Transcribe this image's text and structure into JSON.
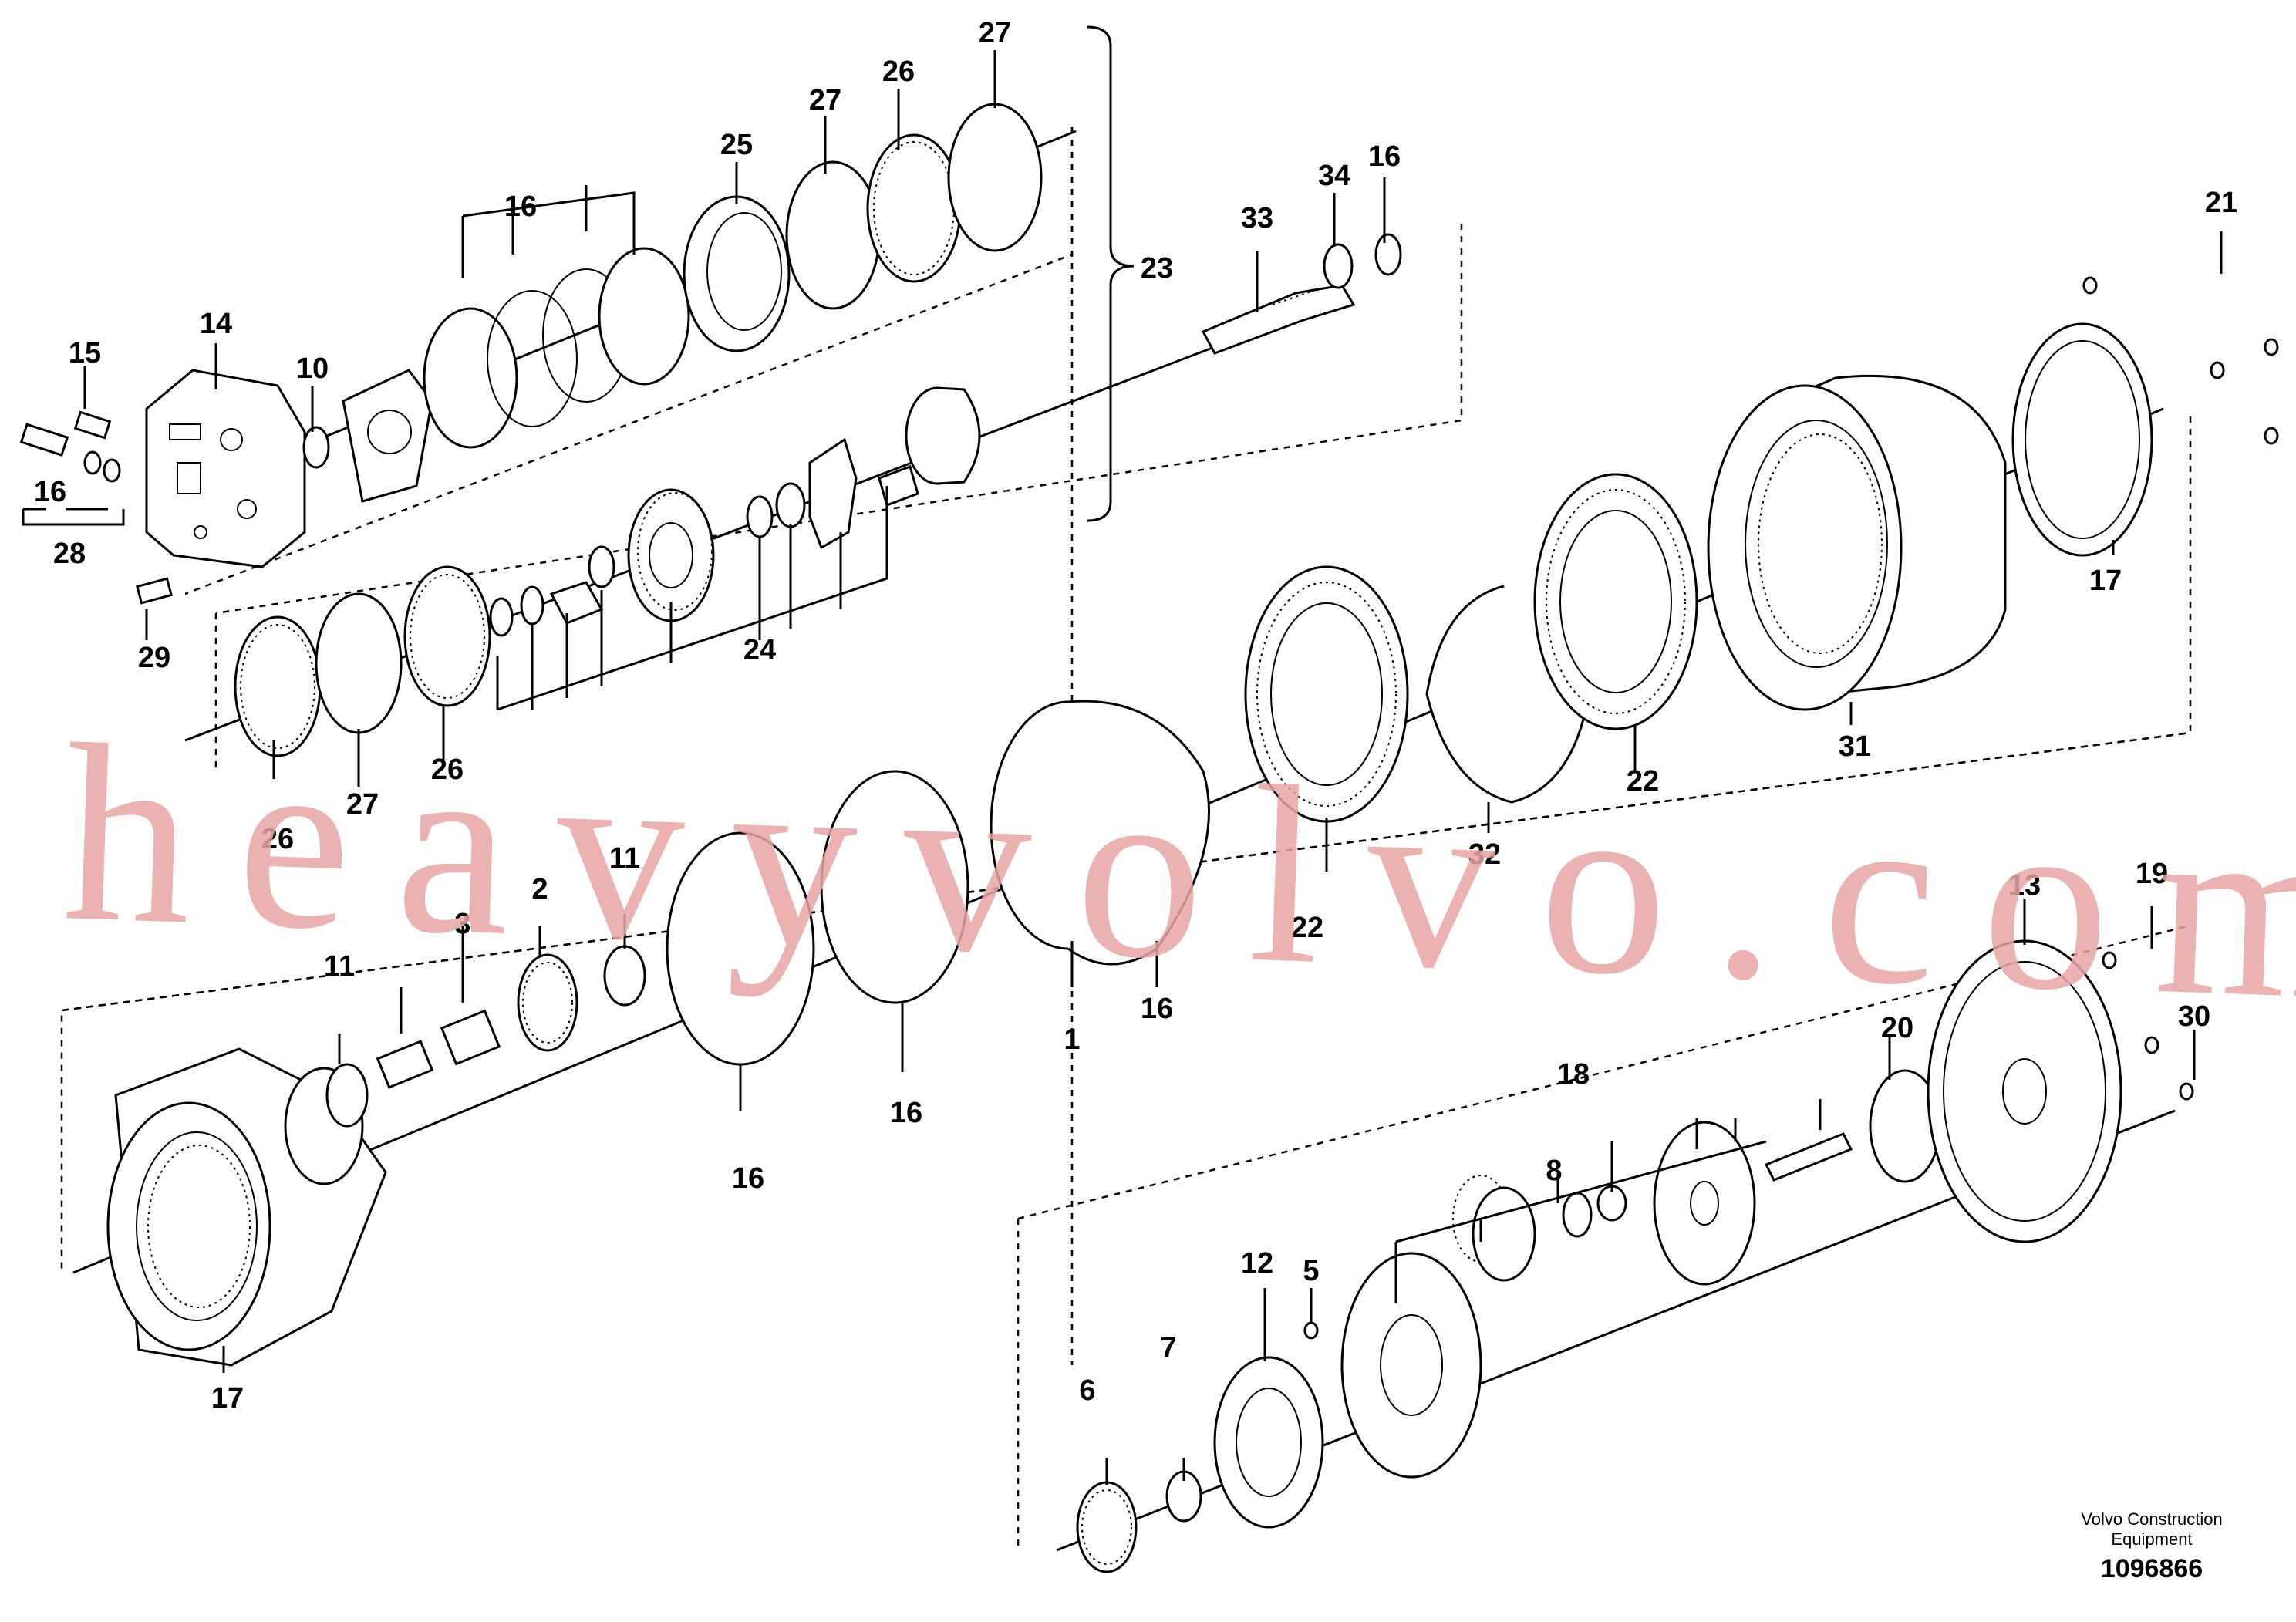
{
  "watermark": "heavyvolvo.com",
  "brand": {
    "line1": "Volvo Construction",
    "line2": "Equipment"
  },
  "drawing_number": "1096866",
  "callouts": {
    "c1": "1",
    "c2": "2",
    "c3": "3",
    "c5": "5",
    "c6": "6",
    "c7": "7",
    "c8": "8",
    "c10": "10",
    "c11": "11",
    "c12": "12",
    "c13": "13",
    "c14": "14",
    "c15": "15",
    "c16": "16",
    "c17": "17",
    "c18": "18",
    "c19": "19",
    "c20": "20",
    "c21": "21",
    "c22": "22",
    "c23": "23",
    "c24": "24",
    "c25": "25",
    "c26": "26",
    "c27": "27",
    "c28": "28",
    "c29": "29",
    "c30": "30",
    "c31": "31",
    "c32": "32",
    "c33": "33",
    "c34": "34"
  }
}
